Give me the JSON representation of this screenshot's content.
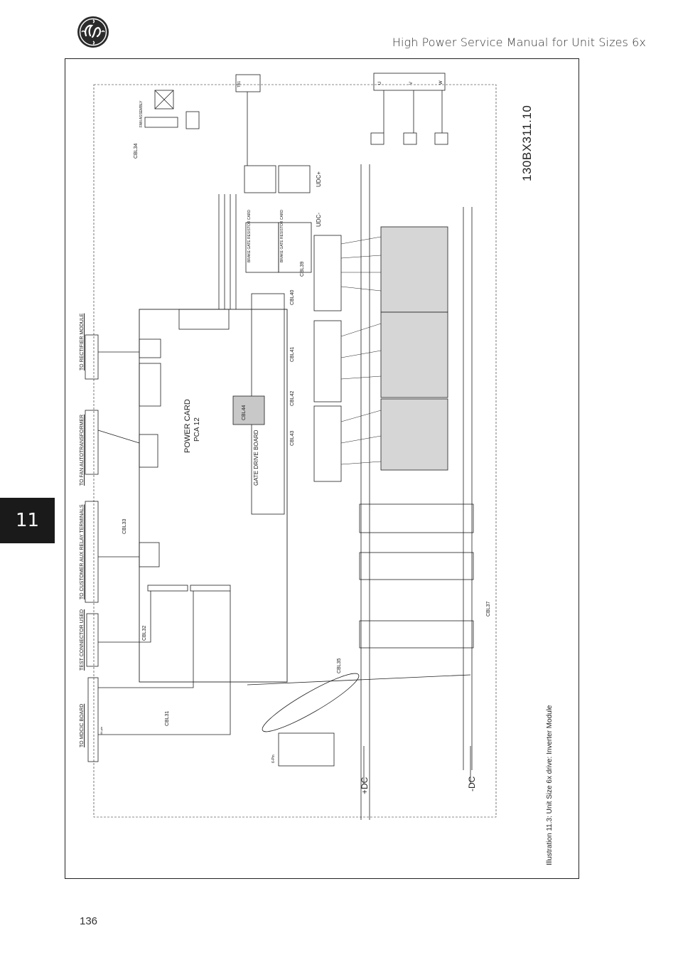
{
  "header": {
    "title": "High Power Service Manual for Unit Sizes 6x",
    "chapter": "11",
    "page_number": "136"
  },
  "figure": {
    "drawing_id": "130BX311.10",
    "caption": "Illustration 11.3: Unit Size 6x drive: Inverter Module"
  },
  "labels": {
    "to_mdcic": "TO MDCIC BOARD",
    "test_connector": "TEST CONNECTOR USED",
    "customer_aux": "TO CUSTOMER AUX RELAY TERMINALS",
    "fan_autotransformer": "TO FAN AUTOTRANSFORMER",
    "rectifier_module": "TO RECTIFIER MODULE",
    "power_card": "POWER CARD",
    "power_card_ref": "PCA 12",
    "gate_drive_board": "GATE DRIVE BOARD",
    "udc_plus": "UDC+",
    "udc_minus": "UDC-",
    "plus_dc": "+DC",
    "minus_dc": "-DC",
    "cables": [
      "CBL31",
      "CBL32",
      "CBL33",
      "CBL34",
      "CBL35",
      "CBL37",
      "CBL39",
      "CBL40",
      "CBL41",
      "CBL42",
      "CBL43",
      "CBL44"
    ],
    "brake_upper": "BRAKE GATE RESISTOR CARD",
    "brake_lower": "BRAKE GATE RESISTOR CARD",
    "outputs": [
      "U",
      "V",
      "W"
    ],
    "terminal_tb": "TB1",
    "fan_assembly": "FAN ASSEMBLY",
    "connector_note": "44-pin",
    "pin_note": "6-Pin"
  },
  "colors": {
    "line": "#1f1f1f",
    "module_shade": "#d6d6d6",
    "tab": "#1a1a1a"
  }
}
